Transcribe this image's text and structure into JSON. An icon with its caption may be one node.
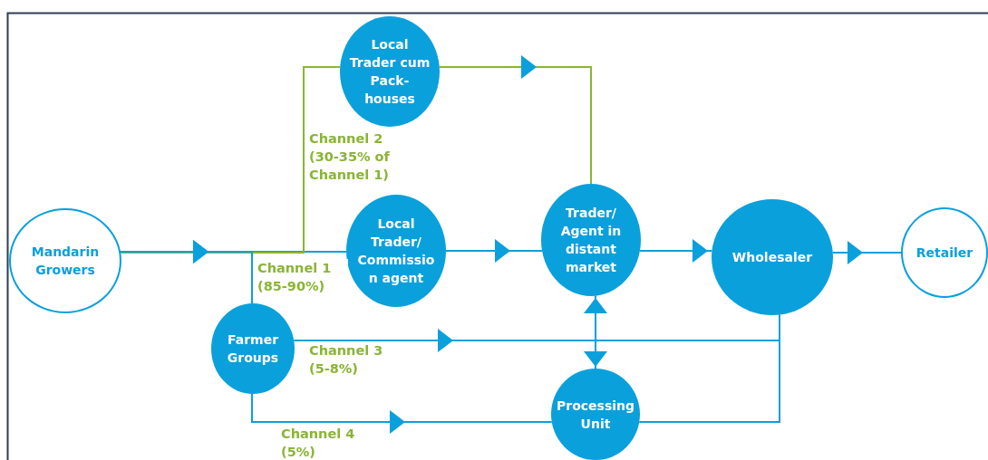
{
  "diagram": {
    "nodes": [
      {
        "text": [
          "Mandarin Growers"
        ]
      },
      {
        "text": [
          "Local Trader cum Pack- houses"
        ]
      },
      {
        "text": [
          "Local Trader/ Commissio n agent"
        ]
      },
      {
        "text": [
          "Trader/ Agent in distant market"
        ]
      },
      {
        "text": [
          "Wholesaler"
        ]
      },
      {
        "text": [
          "Retailer"
        ]
      },
      {
        "text": [
          "Farmer Groups"
        ]
      },
      {
        "text": [
          "Processing Unit"
        ]
      }
    ],
    "edges": [
      {
        "from": 0,
        "to": 2,
        "arrow": "to",
        "label": "Channel 1 (85-90%)"
      },
      {
        "from": 0,
        "to": 1,
        "arrow": "to",
        "color": "#8ab535",
        "label": "Channel 2 (30-35% of Channel 1)"
      },
      {
        "from": 1,
        "to": 3,
        "arrow": "to",
        "color": "#8ab535"
      },
      {
        "from": 0,
        "to": 6,
        "arrow": "to"
      },
      {
        "from": 2,
        "to": 3,
        "arrow": "to"
      },
      {
        "from": 3,
        "to": 4,
        "arrow": "to"
      },
      {
        "from": 4,
        "to": 5,
        "arrow": "to"
      },
      {
        "from": 6,
        "to": 4,
        "arrow": "to",
        "label": "Channel 3 (5-8%)"
      },
      {
        "from": 3,
        "to": 7,
        "arrow": "both"
      },
      {
        "from": 6,
        "to": 7,
        "arrow": "to",
        "label": "Channel 4 (5%)"
      },
      {
        "from": 7,
        "to": 4,
        "arrow": "none"
      }
    ]
  }
}
